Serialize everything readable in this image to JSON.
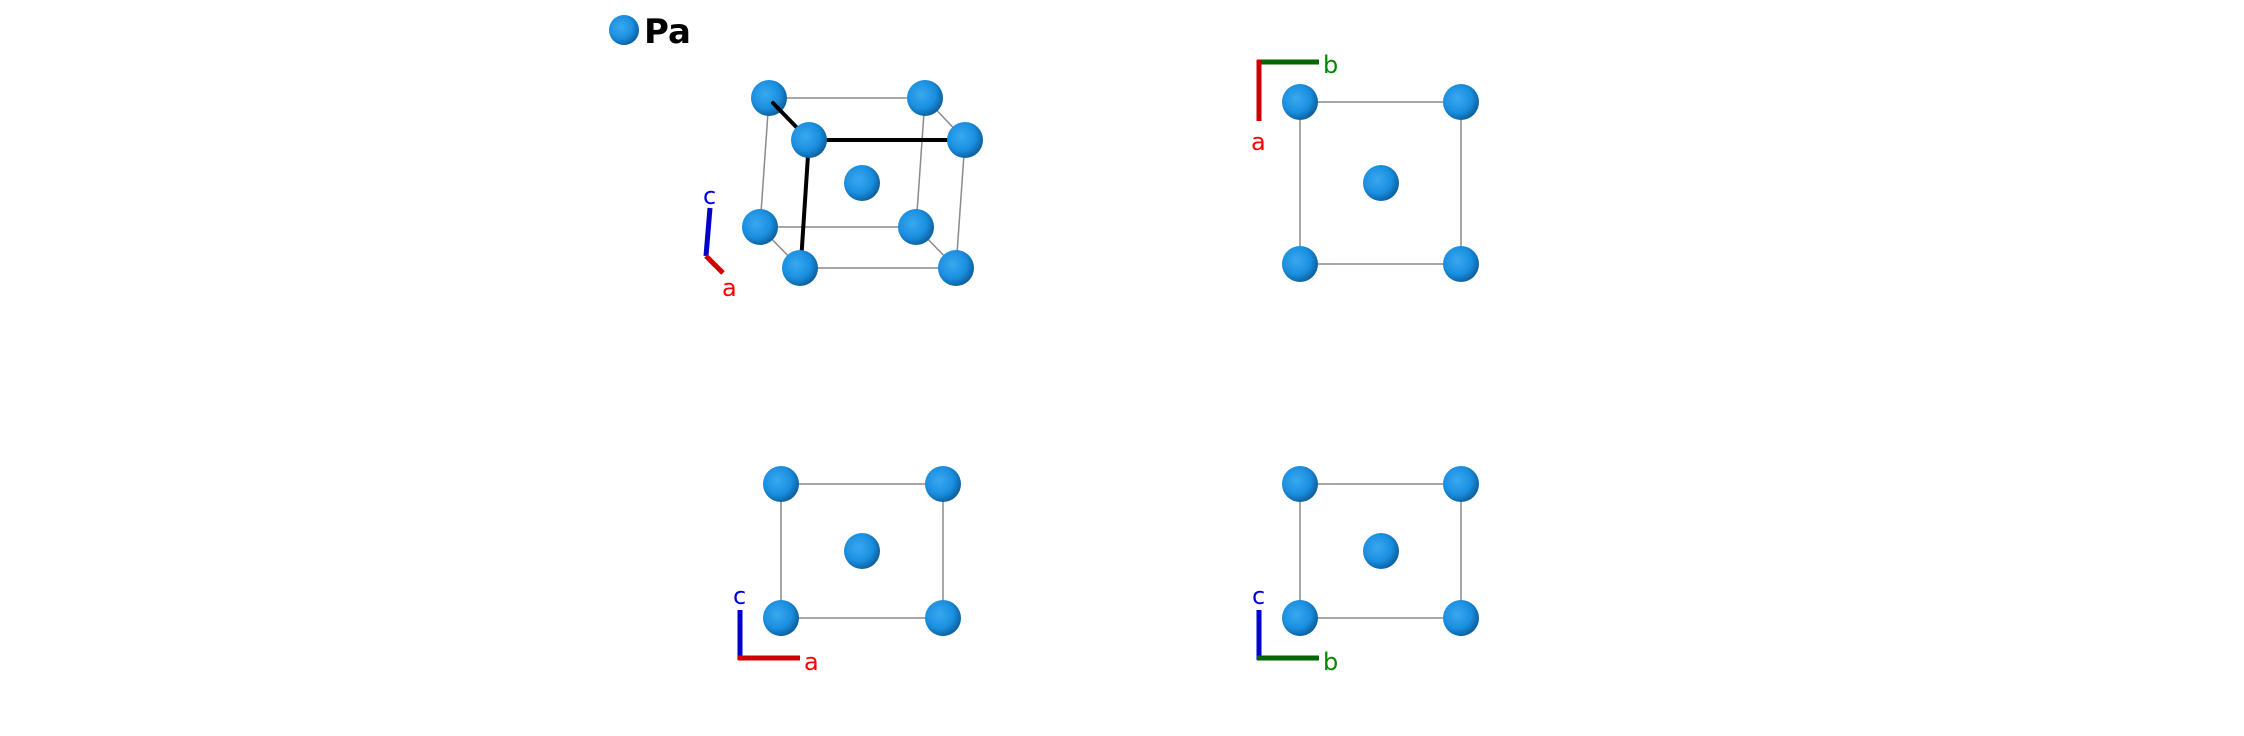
{
  "legend": {
    "element": "Pa",
    "color": "#1a8fe0"
  },
  "views": [
    {
      "name": "perspective",
      "axes": {
        "vertical": "c",
        "diagonal": "a"
      }
    },
    {
      "name": "c-axis-view",
      "axes": {
        "horizontal": "b",
        "vertical": "a"
      }
    },
    {
      "name": "b-axis-view",
      "axes": {
        "vertical": "c",
        "horizontal": "a"
      }
    },
    {
      "name": "a-axis-view",
      "axes": {
        "vertical": "c",
        "horizontal": "b"
      }
    }
  ],
  "colors": {
    "a": "#cc0000",
    "b": "#006600",
    "c": "#0000cc",
    "a_label": "#ff0000",
    "b_label": "#008800",
    "c_label": "#0000dd"
  }
}
